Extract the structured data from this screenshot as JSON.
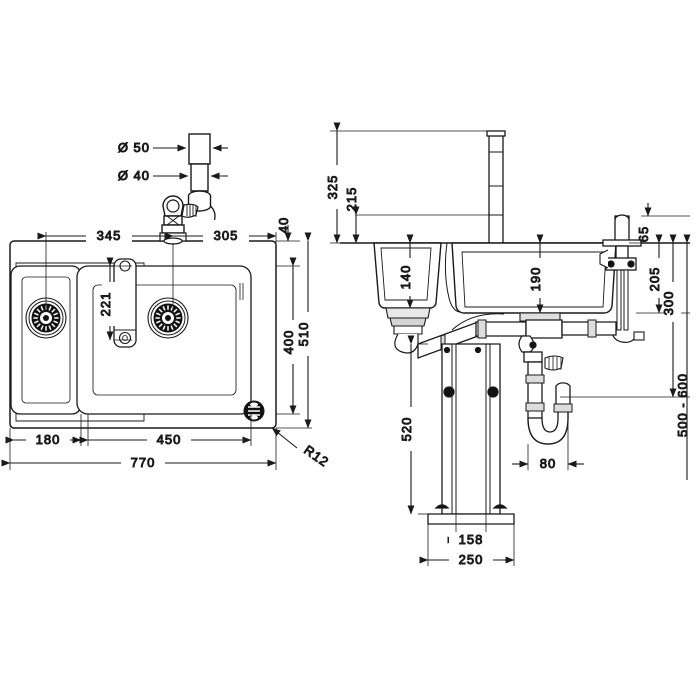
{
  "drawing": {
    "title": "Double-bowl kitchen sink with faucet and drain assembly",
    "views": {
      "plan": "plan-view-top",
      "elevation": "side-elevation-view"
    },
    "line_color": "#1a1a1a",
    "background_color": "#ffffff"
  },
  "plan_dimensions": {
    "diameter_50": "Ø 50",
    "diameter_40": "Ø 40",
    "left_from_edge": "345",
    "right_from_center": "305",
    "rear_offset": "40",
    "faucet_depth": "221",
    "bowl_depth": "400",
    "overall_depth": "510",
    "small_bowl_width": "180",
    "large_bowl_width": "450",
    "overall_width": "770",
    "corner_radius": "R12"
  },
  "elevation_dimensions": {
    "faucet_total_height": "325",
    "faucet_spout_height": "215",
    "small_bowl_depth": "140",
    "large_bowl_depth": "190",
    "spout_reach_drop": "65",
    "drain_height": "205",
    "trap_height": "300",
    "cabinet_range": "500 - 600",
    "pedestal_height": "520",
    "trap_offset": "80",
    "pedestal_inner_width": "158",
    "pedestal_base_width": "250"
  },
  "components": {
    "left_bowl": "small-bowl",
    "right_bowl": "large-bowl",
    "faucet": "pull-out-faucet",
    "drain_left": "drain-strainer-left",
    "drain_right": "drain-strainer-right",
    "overflow": "overflow-outlet",
    "trap": "p-trap-siphon",
    "pedestal": "support-pedestal",
    "pipe_fitting": "pipe-fitting-detail"
  }
}
